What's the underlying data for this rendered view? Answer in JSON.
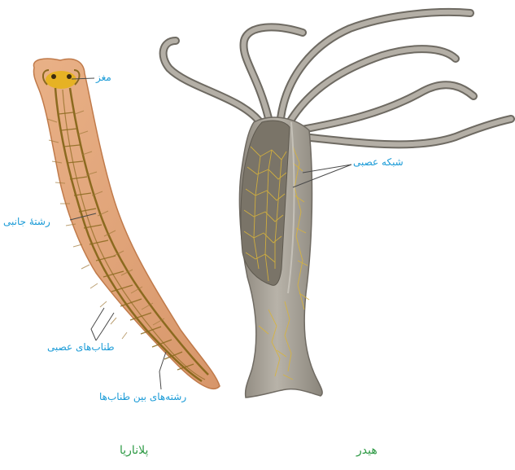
{
  "colors": {
    "label": "#1a9bd7",
    "caption": "#2e9a45",
    "leader": "#4a4a4a",
    "planaria_body": "#dfa57b",
    "planaria_edge": "#c07a4a",
    "nerve": "#8b6a1f",
    "brain": "#e6b21a",
    "hydra_body": "#a39e95",
    "hydra_dark": "#6f6a62",
    "hydra_net": "#d9b43a"
  },
  "planaria": {
    "labels": {
      "brain": "مغز",
      "lateral_cord": "رشتهٔ جانبی",
      "nerve_cords": "طناب‌های عصبی",
      "connecting_fibers": "رشته‌های بین طناب‌ها"
    },
    "caption": "پلاناریا"
  },
  "hydra": {
    "labels": {
      "nerve_net": "شبکه عصبی"
    },
    "caption": "هیدر"
  }
}
